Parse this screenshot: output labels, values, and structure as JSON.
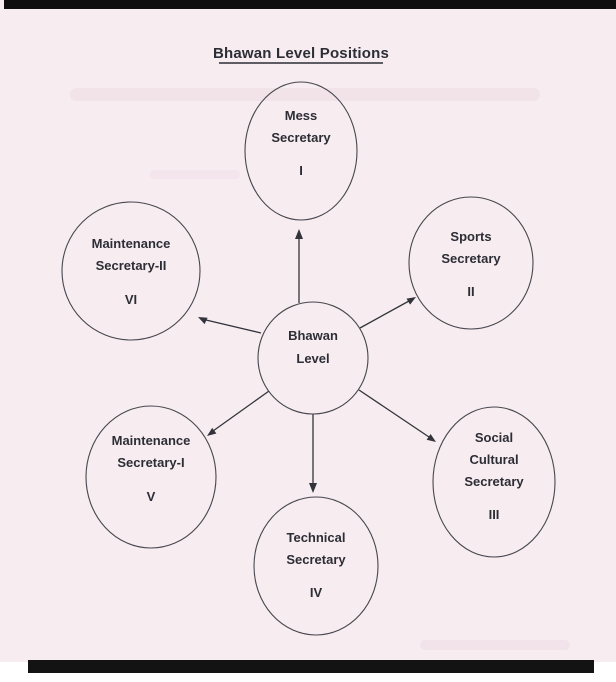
{
  "title": "Bhawan Level Positions",
  "center_node": {
    "line1": "Bhawan",
    "line2": "Level"
  },
  "nodes": {
    "mess": {
      "line1": "Mess",
      "line2": "Secretary",
      "numeral": "I"
    },
    "sports": {
      "line1": "Sports",
      "line2": "Secretary",
      "numeral": "II"
    },
    "social_cultural": {
      "line1": "Social",
      "line2": "Cultural",
      "line3": "Secretary",
      "numeral": "III"
    },
    "technical": {
      "line1": "Technical",
      "line2": "Secretary",
      "numeral": "IV"
    },
    "maintenance_1": {
      "line1": "Maintenance",
      "line2": "Secretary-I",
      "numeral": "V"
    },
    "maintenance_2": {
      "line1": "Maintenance",
      "line2": "Secretary-II",
      "numeral": "VI"
    }
  },
  "colors": {
    "paper": "#f7edf0",
    "ink": "#2d2d36",
    "scan_bar": "#0e0e0e"
  }
}
